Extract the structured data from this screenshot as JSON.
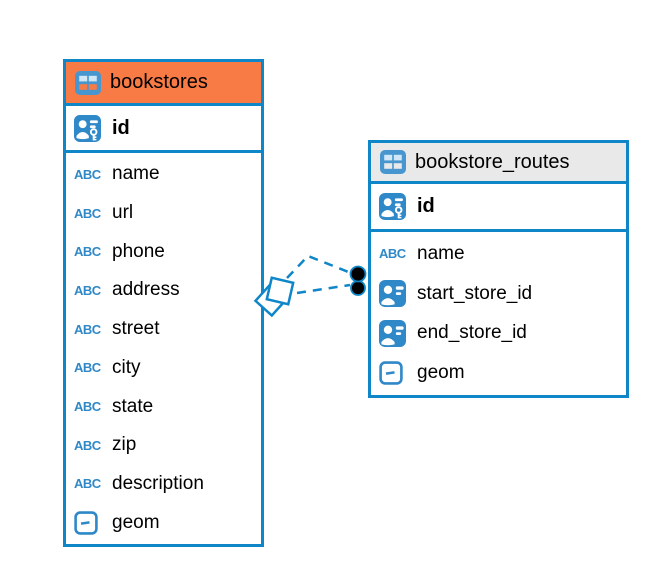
{
  "colors": {
    "blue": "#0e86c8",
    "selected_header": "#f87a45",
    "plain_header": "#e9e9e9",
    "icon_blue": "#2f88c7",
    "icon_cell": "#cfe7f6",
    "text": "#000000",
    "endpoint_fill": "#000000",
    "background": "#ffffff"
  },
  "type_labels": {
    "abc": "ABC"
  },
  "tables": [
    {
      "title": "bookstores",
      "state": "selected",
      "primary_key": {
        "name": "id",
        "type": "primary-key"
      },
      "columns": [
        {
          "name": "name",
          "type": "text"
        },
        {
          "name": "url",
          "type": "text"
        },
        {
          "name": "phone",
          "type": "text"
        },
        {
          "name": "address",
          "type": "text"
        },
        {
          "name": "street",
          "type": "text"
        },
        {
          "name": "city",
          "type": "text"
        },
        {
          "name": "state",
          "type": "text"
        },
        {
          "name": "zip",
          "type": "text"
        },
        {
          "name": "description",
          "type": "text"
        },
        {
          "name": "geom",
          "type": "geometry"
        }
      ]
    },
    {
      "title": "bookstore_routes",
      "state": "plain",
      "primary_key": {
        "name": "id",
        "type": "primary-key"
      },
      "columns": [
        {
          "name": "name",
          "type": "text"
        },
        {
          "name": "start_store_id",
          "type": "foreign-key"
        },
        {
          "name": "end_store_id",
          "type": "foreign-key"
        },
        {
          "name": "geom",
          "type": "geometry"
        }
      ]
    }
  ],
  "relationships": [
    {
      "from_table": "bookstore_routes",
      "to_table": "bookstores",
      "line_style": "dashed",
      "edges": 2
    }
  ]
}
